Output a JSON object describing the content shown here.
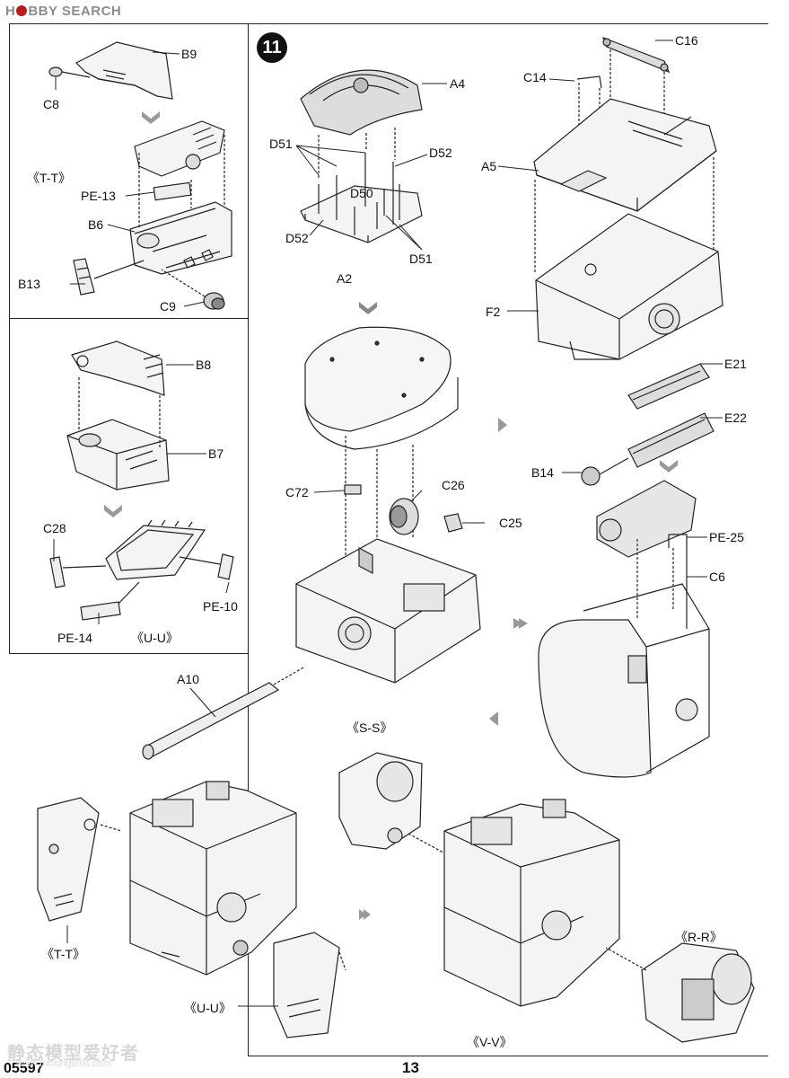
{
  "header": {
    "brand": "H BBY SEARCH"
  },
  "step": {
    "number": "11"
  },
  "footer": {
    "code": "05597",
    "page": "13",
    "watermark": "静态模型爱好者",
    "watermark_url": "www.moxinglens.com"
  },
  "inset_tt": {
    "section": "《T-T》",
    "labels": {
      "b9": "B9",
      "c8": "C8",
      "pe13": "PE-13",
      "b6": "B6",
      "b13": "B13",
      "c9": "C9"
    }
  },
  "inset_uu": {
    "section": "《U-U》",
    "labels": {
      "b8": "B8",
      "b7": "B7",
      "c28": "C28",
      "pe10": "PE-10",
      "pe14": "PE-14"
    }
  },
  "main": {
    "labels": {
      "a4": "A4",
      "d51a": "D51",
      "d52a": "D52",
      "d50": "D50",
      "d52b": "D52",
      "d51b": "D51",
      "a2": "A2",
      "c16": "C16",
      "c14": "C14",
      "a5": "A5",
      "f2": "F2",
      "e21": "E21",
      "e22": "E22",
      "b14": "B14",
      "c72": "C72",
      "c26": "C26",
      "c25": "C25",
      "pe25": "PE-25",
      "c6": "C6",
      "a10": "A10"
    }
  },
  "bottom": {
    "ss": "《S-S》",
    "tt": "《T-T》",
    "uu": "《U-U》",
    "vv": "《V-V》",
    "rr": "《R-R》"
  }
}
